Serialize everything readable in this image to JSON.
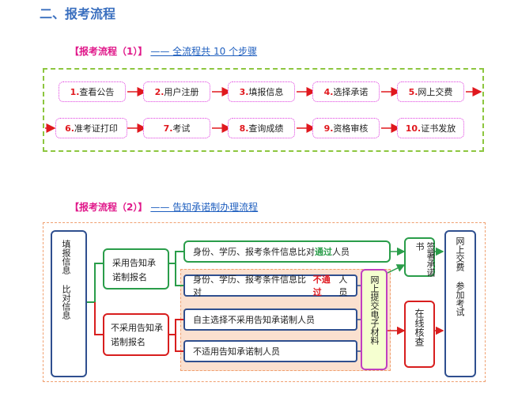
{
  "section_title": "二、报考流程",
  "flow1": {
    "title": "【报考流程（1）】",
    "link": "—— 全流程共 10 个步骤",
    "steps": [
      {
        "num": "1.",
        "label": "查看公告"
      },
      {
        "num": "2.",
        "label": "用户注册"
      },
      {
        "num": "3.",
        "label": "填报信息"
      },
      {
        "num": "4.",
        "label": "选择承诺"
      },
      {
        "num": "5.",
        "label": "网上交费"
      },
      {
        "num": "6.",
        "label": "准考证打印"
      },
      {
        "num": "7.",
        "label": "考试"
      },
      {
        "num": "8.",
        "label": "查询成绩"
      },
      {
        "num": "9.",
        "label": "资格审核"
      },
      {
        "num": "10.",
        "label": "证书发放"
      }
    ]
  },
  "flow2": {
    "title": "【报考流程（2）】",
    "link": "—— 告知承诺制办理流程",
    "left_box": "填报信息 比对信息",
    "adopt": "采用告知承诺制报名",
    "not_adopt": "不采用告知承诺制报名",
    "pass_row": {
      "pre": "身份、学历、报考条件信息比对",
      "emph": "通过",
      "post": "人员"
    },
    "fail_row": {
      "pre": "身份、学历、报考条件信息比对",
      "emph": "不通过",
      "post": "人员"
    },
    "self_choose": "自主选择不采用告知承诺制人员",
    "not_applicable": "不适用告知承诺制人员",
    "submit_materials": "网上提交电子材料",
    "sign": "签署承诺书",
    "online_review": "在线核查",
    "pay_exam": "网上交费 参加考试"
  }
}
